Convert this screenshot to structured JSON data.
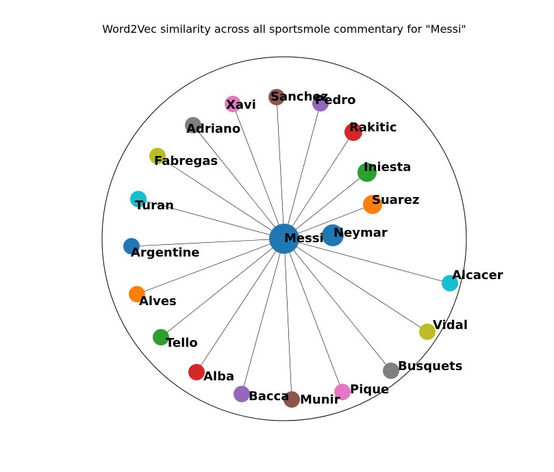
{
  "title": "Word2Vec similarity across all sportsmole commentary for \"Messi\"",
  "center": {
    "name": "Messi",
    "color": "#1f77b4"
  },
  "nodes": [
    {
      "name": "Neymar",
      "color": "#1f77b4"
    },
    {
      "name": "Suarez",
      "color": "#ff7f0e"
    },
    {
      "name": "Iniesta",
      "color": "#2ca02c"
    },
    {
      "name": "Rakitic",
      "color": "#d62728"
    },
    {
      "name": "Pedro",
      "color": "#9467bd"
    },
    {
      "name": "Sanchez",
      "color": "#8c564b"
    },
    {
      "name": "Xavi",
      "color": "#e377c2"
    },
    {
      "name": "Adriano",
      "color": "#7f7f7f"
    },
    {
      "name": "Fabregas",
      "color": "#bcbd22"
    },
    {
      "name": "Turan",
      "color": "#17becf"
    },
    {
      "name": "Argentine",
      "color": "#1f77b4"
    },
    {
      "name": "Alves",
      "color": "#ff7f0e"
    },
    {
      "name": "Tello",
      "color": "#2ca02c"
    },
    {
      "name": "Alba",
      "color": "#d62728"
    },
    {
      "name": "Bacca",
      "color": "#9467bd"
    },
    {
      "name": "Munir",
      "color": "#8c564b"
    },
    {
      "name": "Pique",
      "color": "#e377c2"
    },
    {
      "name": "Busquets",
      "color": "#7f7f7f"
    },
    {
      "name": "Vidal",
      "color": "#bcbd22"
    },
    {
      "name": "Alcacer",
      "color": "#17becf"
    }
  ]
}
